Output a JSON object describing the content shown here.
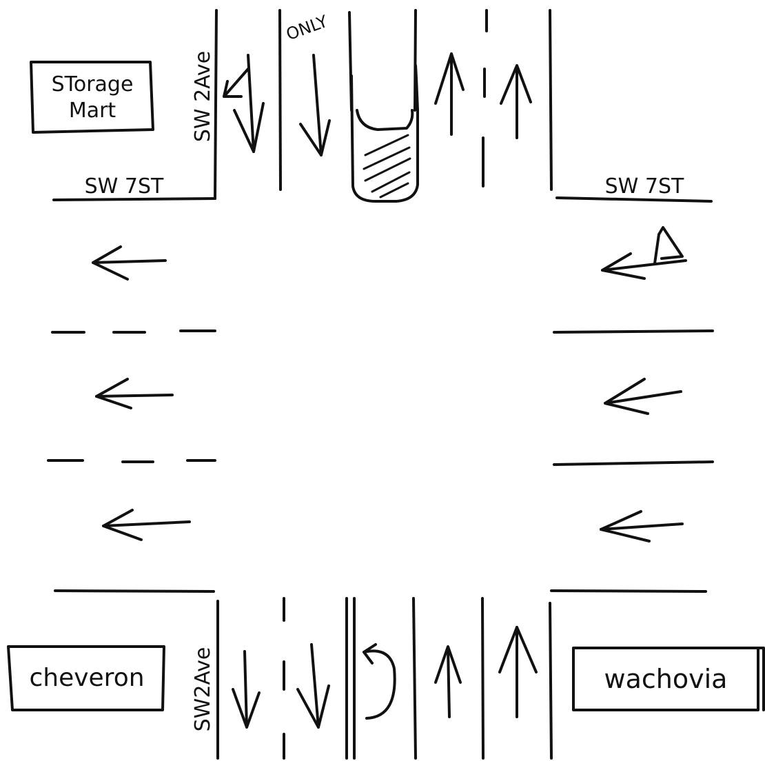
{
  "streets": {
    "cross_street_west": "SW 7ST",
    "cross_street_east": "SW 7ST",
    "avenue_north": "SW 2Ave",
    "avenue_south": "SW2Ave"
  },
  "lane_markings": {
    "turn_only": "ONLY"
  },
  "buildings": {
    "northwest_line1": "STorage",
    "northwest_line2": "Mart",
    "southwest": "cheveron",
    "southeast": "wachovia"
  },
  "colors": {
    "ink": "#111111",
    "paper": "#ffffff"
  }
}
